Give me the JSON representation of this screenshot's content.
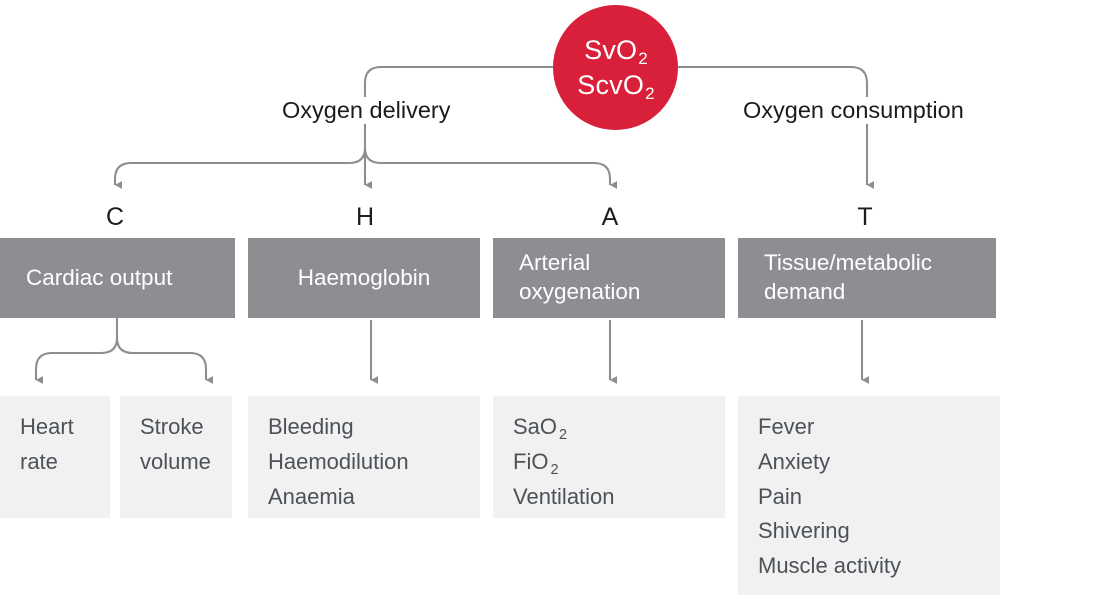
{
  "diagram": {
    "title_root": {
      "line1": "SvO",
      "line1_sub": "2",
      "line2": "ScvO",
      "line2_sub": "2"
    },
    "branches": [
      {
        "id": "delivery",
        "label": "Oxygen delivery"
      },
      {
        "id": "consumption",
        "label": "Oxygen consumption"
      }
    ],
    "letters": [
      {
        "id": "c",
        "label": "C"
      },
      {
        "id": "h",
        "label": "H"
      },
      {
        "id": "a",
        "label": "A"
      },
      {
        "id": "t",
        "label": "T"
      }
    ],
    "determinants": [
      {
        "id": "cardiac-output",
        "label": "Cardiac output"
      },
      {
        "id": "haemoglobin",
        "label": "Haemoglobin"
      },
      {
        "id": "arterial-oxygenation-l1",
        "label": "Arterial"
      },
      {
        "id": "arterial-oxygenation-l2",
        "label": "oxygenation"
      },
      {
        "id": "tissue-demand-l1",
        "label": "Tissue/metabolic"
      },
      {
        "id": "tissue-demand-l2",
        "label": "demand"
      }
    ],
    "leaves": {
      "heart_rate": {
        "l1": "Heart",
        "l2": "rate"
      },
      "stroke_volume": {
        "l1": "Stroke",
        "l2": "volume"
      },
      "haemoglobin_causes": {
        "l1": "Bleeding",
        "l2": "Haemodilution",
        "l3": "Anaemia"
      },
      "arterial_causes": {
        "l1_text": "SaO",
        "l1_sub": "2",
        "l2_text": "FiO",
        "l2_sub": "2",
        "l3_text": "Ventilation"
      },
      "demand_causes": {
        "l1": "Fever",
        "l2": "Anxiety",
        "l3": "Pain",
        "l4": "Shivering",
        "l5": "Muscle activity"
      }
    },
    "colors": {
      "root_red": "#d8203a",
      "box_dark_grey": "#8c8e92",
      "box_light_grey": "#f1f1f1",
      "connector_grey": "#8c8e92",
      "text_dark": "#1c1c1c",
      "text_leaf": "#4c5258"
    }
  }
}
